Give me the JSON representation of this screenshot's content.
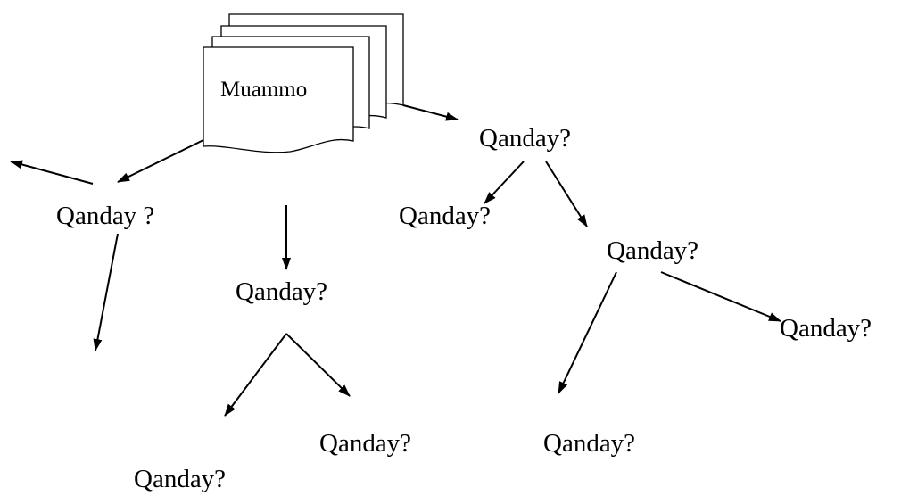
{
  "document": {
    "label": "Muammo"
  },
  "nodes": [
    {
      "id": "n-right-top",
      "label": "Qanday?"
    },
    {
      "id": "n-left",
      "label": "Qanday ?"
    },
    {
      "id": "n-center-mid",
      "label": "Qanday?"
    },
    {
      "id": "n-right-left",
      "label": "Qanday?"
    },
    {
      "id": "n-right-mid",
      "label": "Qanday?"
    },
    {
      "id": "n-far-right",
      "label": "Qanday?"
    },
    {
      "id": "n-bottom-center",
      "label": "Qanday?"
    },
    {
      "id": "n-bottom-right",
      "label": "Qanday?"
    },
    {
      "id": "n-bottom-left",
      "label": "Qanday?"
    }
  ],
  "colors": {
    "stroke": "#000000",
    "background": "#ffffff"
  }
}
